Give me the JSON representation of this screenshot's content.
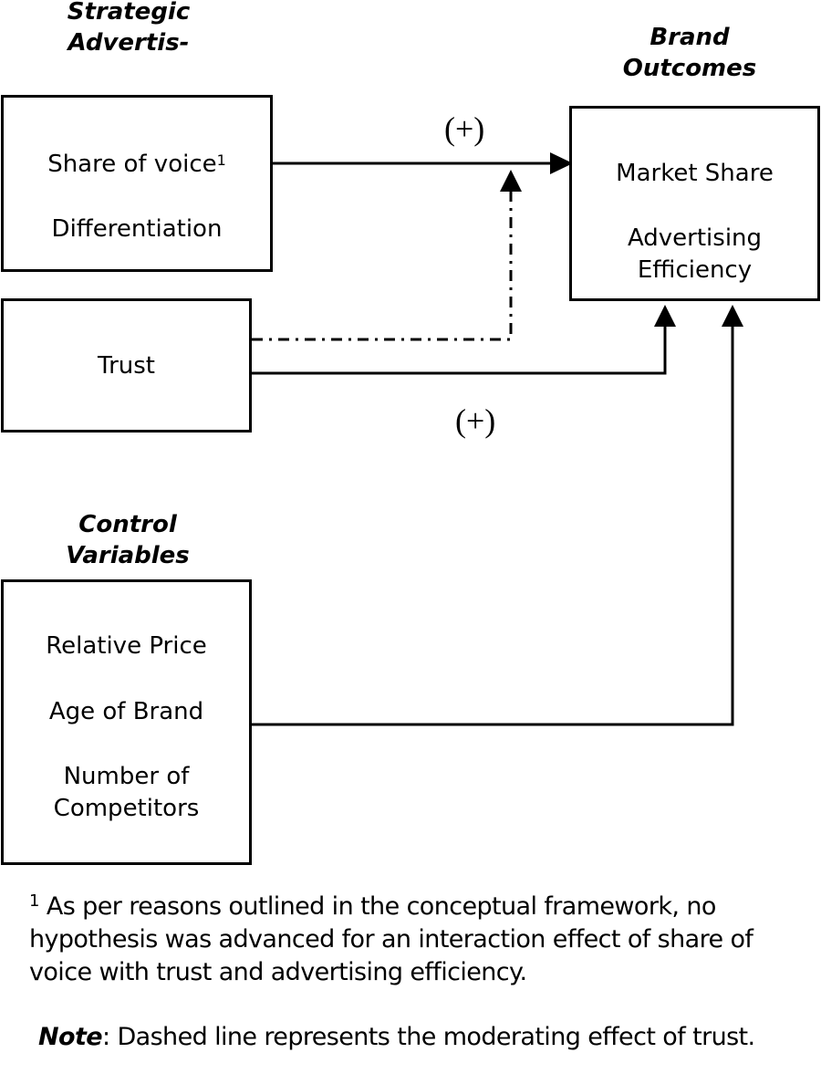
{
  "headings": {
    "strategic": [
      "Strategic",
      "Advertis-"
    ],
    "outcomes": [
      "Brand",
      "Outcomes"
    ],
    "controls": [
      "Control",
      "Variables"
    ]
  },
  "boxes": {
    "strategic": {
      "items": [
        "Share of voice",
        "Differentiation"
      ],
      "superscript": "1"
    },
    "trust": {
      "items": [
        "Trust"
      ]
    },
    "outcomes": {
      "items": [
        "Market Share",
        "Advertising",
        "Efficiency"
      ]
    },
    "controls": {
      "items": [
        "Relative Price",
        "Age of Brand",
        "Number of",
        "Competitors"
      ]
    }
  },
  "signs": {
    "strategic_to_outcomes": "(+)",
    "trust_to_outcomes": "(+)"
  },
  "edges": [
    {
      "from": "strategic",
      "to": "outcomes",
      "style": "solid",
      "sign": "+"
    },
    {
      "from": "trust",
      "to": "strategic_to_outcomes",
      "style": "dash-dot",
      "kind": "moderating"
    },
    {
      "from": "trust",
      "to": "outcomes",
      "style": "solid",
      "sign": "+"
    },
    {
      "from": "controls",
      "to": "outcomes",
      "style": "solid"
    }
  ],
  "footnote": {
    "marker": "1",
    "text": "As per reasons outlined in the conceptual framework, no hypothesis was advanced for an interaction effect of share of voice with trust and advertising efficiency."
  },
  "note": {
    "label": "Note",
    "text": ":  Dashed line represents the moderating effect of trust."
  }
}
